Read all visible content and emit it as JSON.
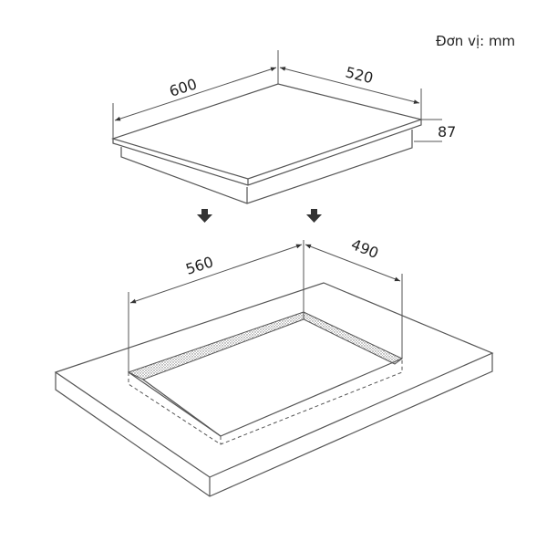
{
  "unit_label": "Đơn vị: mm",
  "hob": {
    "width_label": "600",
    "depth_label": "520",
    "height_label": "87"
  },
  "cutout": {
    "width_label": "560",
    "depth_label": "490"
  },
  "arrows": [
    "down-arrow-left",
    "down-arrow-right"
  ],
  "colors": {
    "line": "#555555",
    "arrow": "#333333",
    "text": "#222222",
    "background": "#ffffff"
  }
}
